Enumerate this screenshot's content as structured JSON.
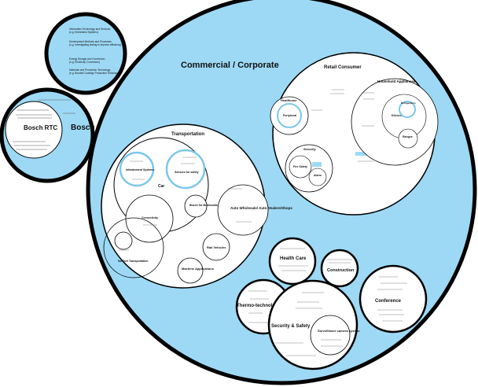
{
  "colors": {
    "accent_fill": "#9dd9f5",
    "ring_accent": "#7cc8ea",
    "outline": "#000000",
    "inner_fill": "#ffffff"
  },
  "main": {
    "title": "Commercial / Corporate"
  },
  "bosch_partners": {
    "title": "Bosch Partners",
    "rtc_label": "Bosch RTC"
  },
  "small_top": {
    "lines": [
      "Information Technology and Services",
      "(e.g. Embedded Systems)",
      "Development Methods and Processes",
      "(e.g. investigating testing to improve efficiency)",
      "Energy Storage and Conversion",
      "(e.g. Electricity Conversion)",
      "Materials and Production Technology",
      "(e.g. Bonded Coatings Production Techniques)"
    ]
  },
  "transportation": {
    "title": "Transportation",
    "car": "Car",
    "infotainment": "Infotainment Systems",
    "sensors": "Sensors for safety",
    "bosch_multimedia": "Bosch for Multimedia",
    "auto_wholesale": "Auto Wholesale/ Auto Dealers/Shops",
    "rail": "Rail Vehicles",
    "machine": "Machine Applications",
    "no_fuel": "No-Fuel Transportation",
    "connectivity": "Connectivity"
  },
  "retail": {
    "title": "Retail Consumer",
    "healthcare": "Healthcare",
    "peripheral": "Peripheral",
    "security": "Security",
    "fire_safety": "Fire Safety",
    "alarm": "Alarm",
    "household": "Household Appliances",
    "kitchen": "Kitchen",
    "refrigerators": "Refrigerators",
    "ranges": "Ranges"
  },
  "health_care": {
    "title": "Health Care"
  },
  "construction": {
    "title": "Construction"
  },
  "thermo": {
    "title": "Thermo-technology"
  },
  "conference": {
    "title": "Conference"
  },
  "security_safety": {
    "title": "Security & Safety",
    "surveillance": "Surveillance camera system"
  }
}
